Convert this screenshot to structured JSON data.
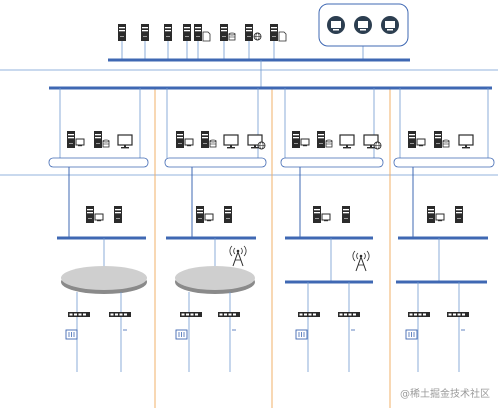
{
  "colors": {
    "bus": "#3f68b3",
    "thin_line": "#6f9ad0",
    "zone_divider": "#f0b06a",
    "device_dark": "#2b2b2b",
    "device_light": "#ffffff",
    "screen_bg": "#2c3e50",
    "cloud_fill": "#cfcfcf",
    "cloud_edge": "#8a8a8a",
    "group_border": "#3f68b3"
  },
  "icons": {
    "server": "server-icon",
    "server_with_db": "server-db-icon",
    "server_with_doc": "server-doc-icon",
    "server_with_globe": "server-globe-icon",
    "workstation": "workstation-icon",
    "monitor": "monitor-icon",
    "switch": "switch-icon",
    "antenna": "antenna-icon",
    "rack": "rack-icon",
    "cloud": "cloud-network-icon",
    "display_wall": "display-screen-icon"
  },
  "columns": [
    {
      "id": "col-1",
      "has_antenna": false,
      "has_cloud": true
    },
    {
      "id": "col-2",
      "has_antenna": true,
      "has_cloud": true
    },
    {
      "id": "col-3",
      "has_antenna": true,
      "has_cloud": false
    },
    {
      "id": "col-4",
      "has_antenna": false,
      "has_cloud": false
    }
  ],
  "watermark": "@稀土掘金技术社区"
}
